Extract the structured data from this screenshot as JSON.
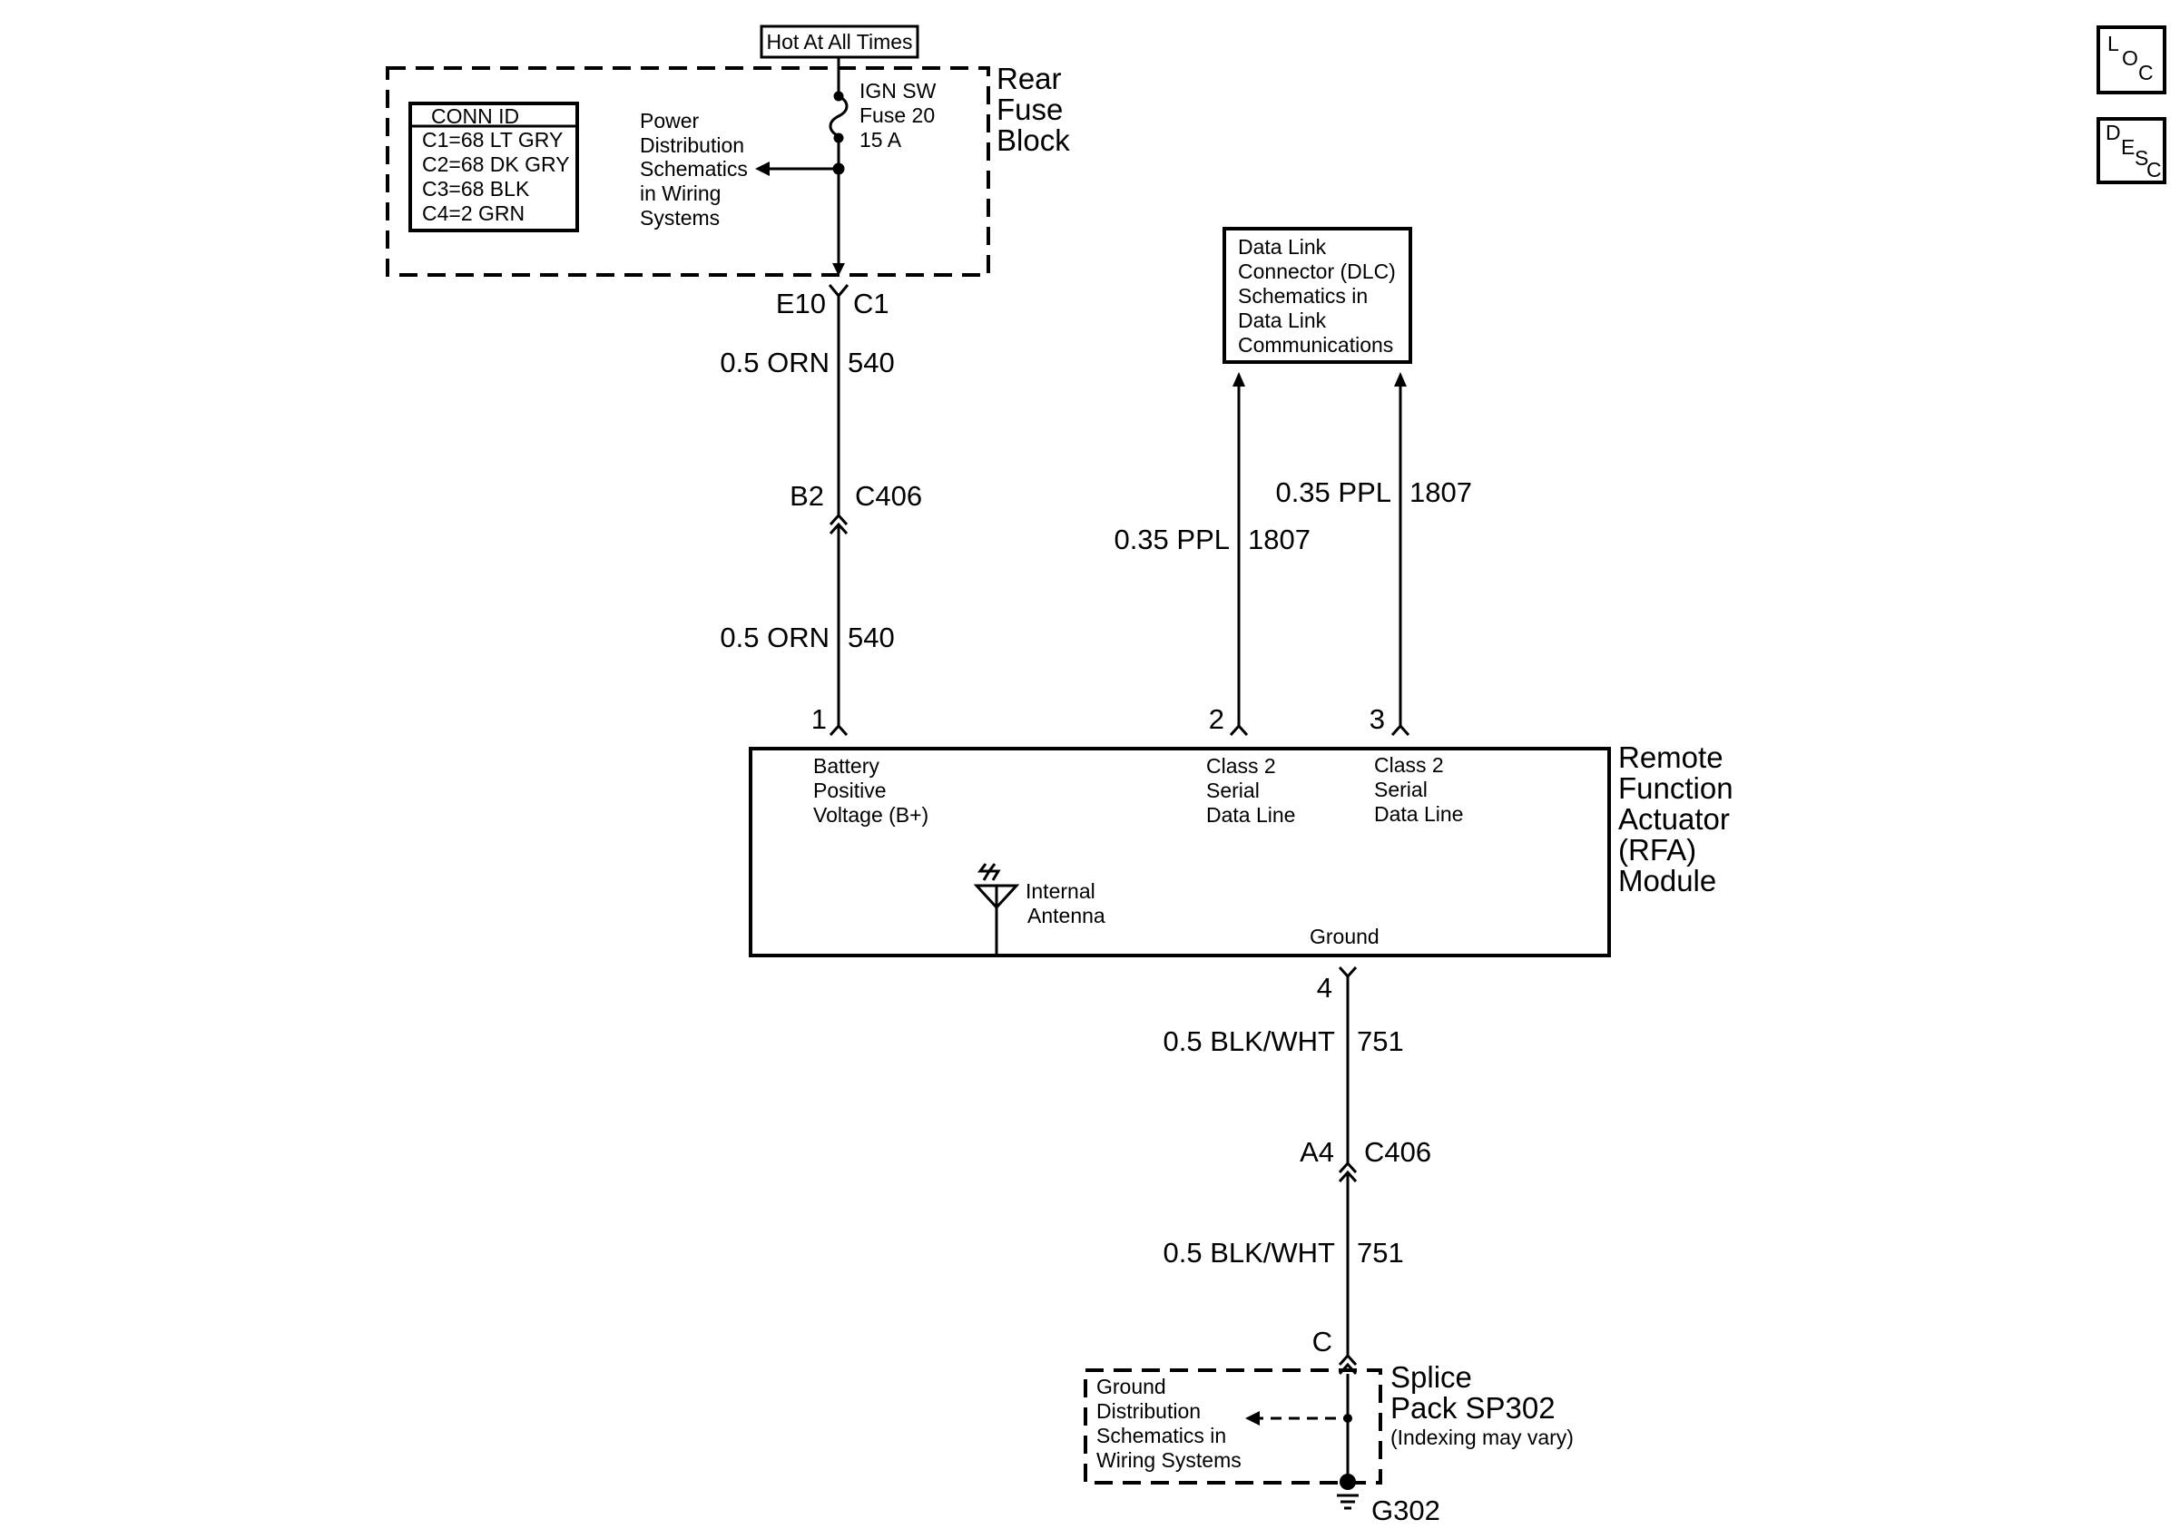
{
  "fuse_block": {
    "hot_label": "Hot At All Times",
    "title_lines": [
      "Rear",
      "Fuse",
      "Block"
    ],
    "fuse_lines": [
      "IGN SW",
      "Fuse 20",
      "15 A"
    ],
    "power_ref_lines": [
      "Power",
      "Distribution",
      "Schematics",
      "in Wiring",
      "Systems"
    ],
    "conn_id": {
      "header": "CONN ID",
      "rows": [
        "C1=68 LT GRY",
        "C2=68 DK GRY",
        "C3=68 BLK",
        "C4=2 GRN"
      ]
    }
  },
  "locator_icons": {
    "loc": [
      "L",
      "O",
      "C"
    ],
    "desc": [
      "D",
      "E",
      "S",
      "C"
    ]
  },
  "wire_540": {
    "conn_top_left": "E10",
    "conn_top_right": "C1",
    "upper_gauge": "0.5 ORN",
    "upper_circuit": "540",
    "inline_pin": "B2",
    "inline_conn": "C406",
    "lower_gauge": "0.5 ORN",
    "lower_circuit": "540"
  },
  "dlc": {
    "lines": [
      "Data Link",
      "Connector (DLC)",
      "Schematics in",
      "Data Link",
      "Communications"
    ]
  },
  "wire_1807_a": {
    "gauge": "0.35 PPL",
    "circuit": "1807"
  },
  "wire_1807_b": {
    "gauge": "0.35 PPL",
    "circuit": "1807"
  },
  "module": {
    "title_lines": [
      "Remote",
      "Function",
      "Actuator",
      "(RFA)",
      "Module"
    ],
    "pin1": "1",
    "pin2": "2",
    "pin3": "3",
    "pin4": "4",
    "pin1_lines": [
      "Battery",
      "Positive",
      "Voltage (B+)"
    ],
    "pin2_lines": [
      "Class 2",
      "Serial",
      "Data Line"
    ],
    "pin3_lines": [
      "Class 2",
      "Serial",
      "Data Line"
    ],
    "antenna_lines": [
      "Internal",
      "Antenna"
    ],
    "ground_label": "Ground"
  },
  "wire_751": {
    "upper_gauge": "0.5 BLK/WHT",
    "upper_circuit": "751",
    "inline_pin": "A4",
    "inline_conn": "C406",
    "lower_gauge": "0.5 BLK/WHT",
    "lower_circuit": "751",
    "splice_pin": "C"
  },
  "splice": {
    "title_lines": [
      "Splice",
      "Pack SP302"
    ],
    "note": "(Indexing may vary)",
    "ground_ref_lines": [
      "Ground",
      "Distribution",
      "Schematics in",
      "Wiring Systems"
    ],
    "ground_id": "G302"
  }
}
